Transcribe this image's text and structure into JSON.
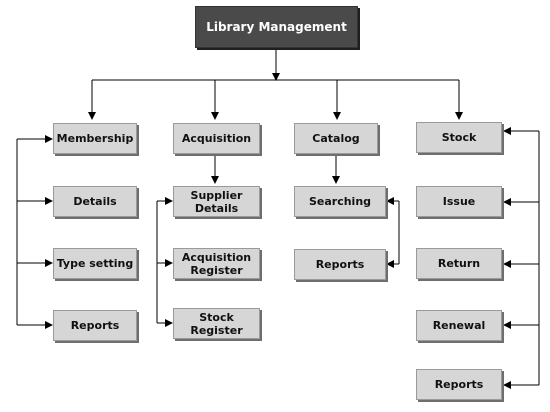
{
  "root": {
    "label": "Library Management"
  },
  "modules": {
    "membership": {
      "label": "Membership",
      "items": [
        "Details",
        "Type setting",
        "Reports"
      ]
    },
    "acquisition": {
      "label": "Acquisition",
      "items": [
        "Supplier\nDetails",
        "Acquisition\nRegister",
        "Stock Register"
      ]
    },
    "catalog": {
      "label": "Catalog",
      "items": [
        "Searching",
        "Reports"
      ]
    },
    "stock": {
      "label": "Stock",
      "items": [
        "Issue",
        "Return",
        "Renewal",
        "Reports"
      ]
    }
  },
  "colors": {
    "root_fill": "#4a4a4a",
    "box_fill": "#d6d6d6",
    "connector": "#000000"
  }
}
